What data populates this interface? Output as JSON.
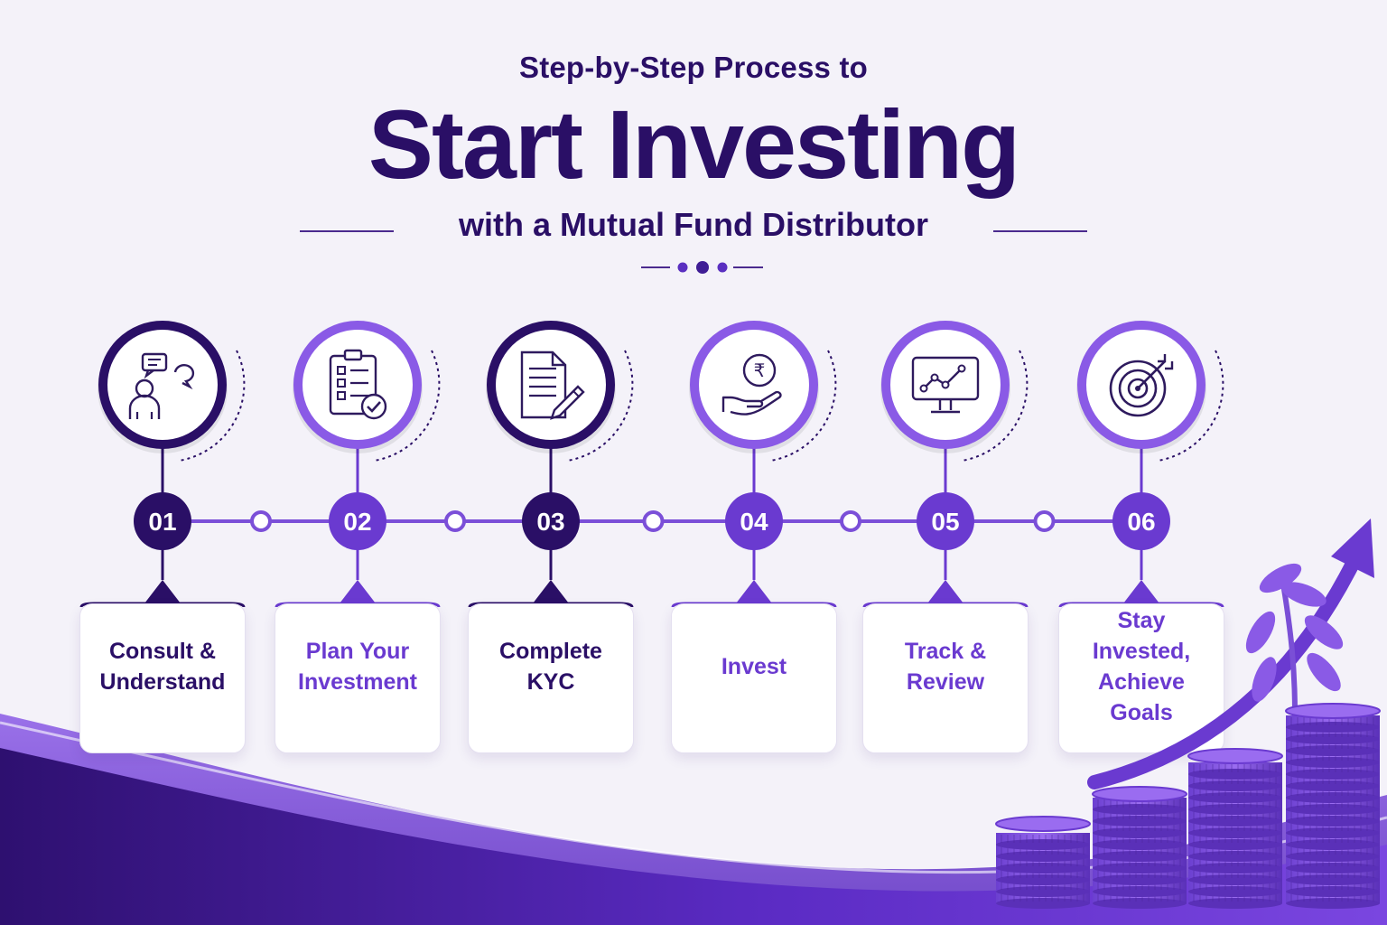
{
  "header": {
    "pre_title": "Step-by-Step Process to",
    "title": "Start Investing",
    "subtitle": "with a Mutual Fund Distributor"
  },
  "colors": {
    "dark": "#2a0f66",
    "primary": "#6a3ad0",
    "light": "#8a5ae6",
    "connector": "#7b4fd8",
    "background": "#f4f2f9"
  },
  "steps": [
    {
      "number": "01",
      "lines": [
        "Consult &",
        "Understand"
      ],
      "icon": "consult-icon",
      "theme": "dark"
    },
    {
      "number": "02",
      "lines": [
        "Plan Your",
        "Investment"
      ],
      "icon": "plan-checklist-icon",
      "theme": "light"
    },
    {
      "number": "03",
      "lines": [
        "Complete",
        "KYC"
      ],
      "icon": "document-pen-icon",
      "theme": "dark"
    },
    {
      "number": "04",
      "lines": [
        "Invest"
      ],
      "icon": "rupee-hand-icon",
      "theme": "light"
    },
    {
      "number": "05",
      "lines": [
        "Track &",
        "Review"
      ],
      "icon": "chart-monitor-icon",
      "theme": "light"
    },
    {
      "number": "06",
      "lines": [
        "Stay Invested,",
        "Achieve Goals"
      ],
      "icon": "target-icon",
      "theme": "light"
    }
  ]
}
